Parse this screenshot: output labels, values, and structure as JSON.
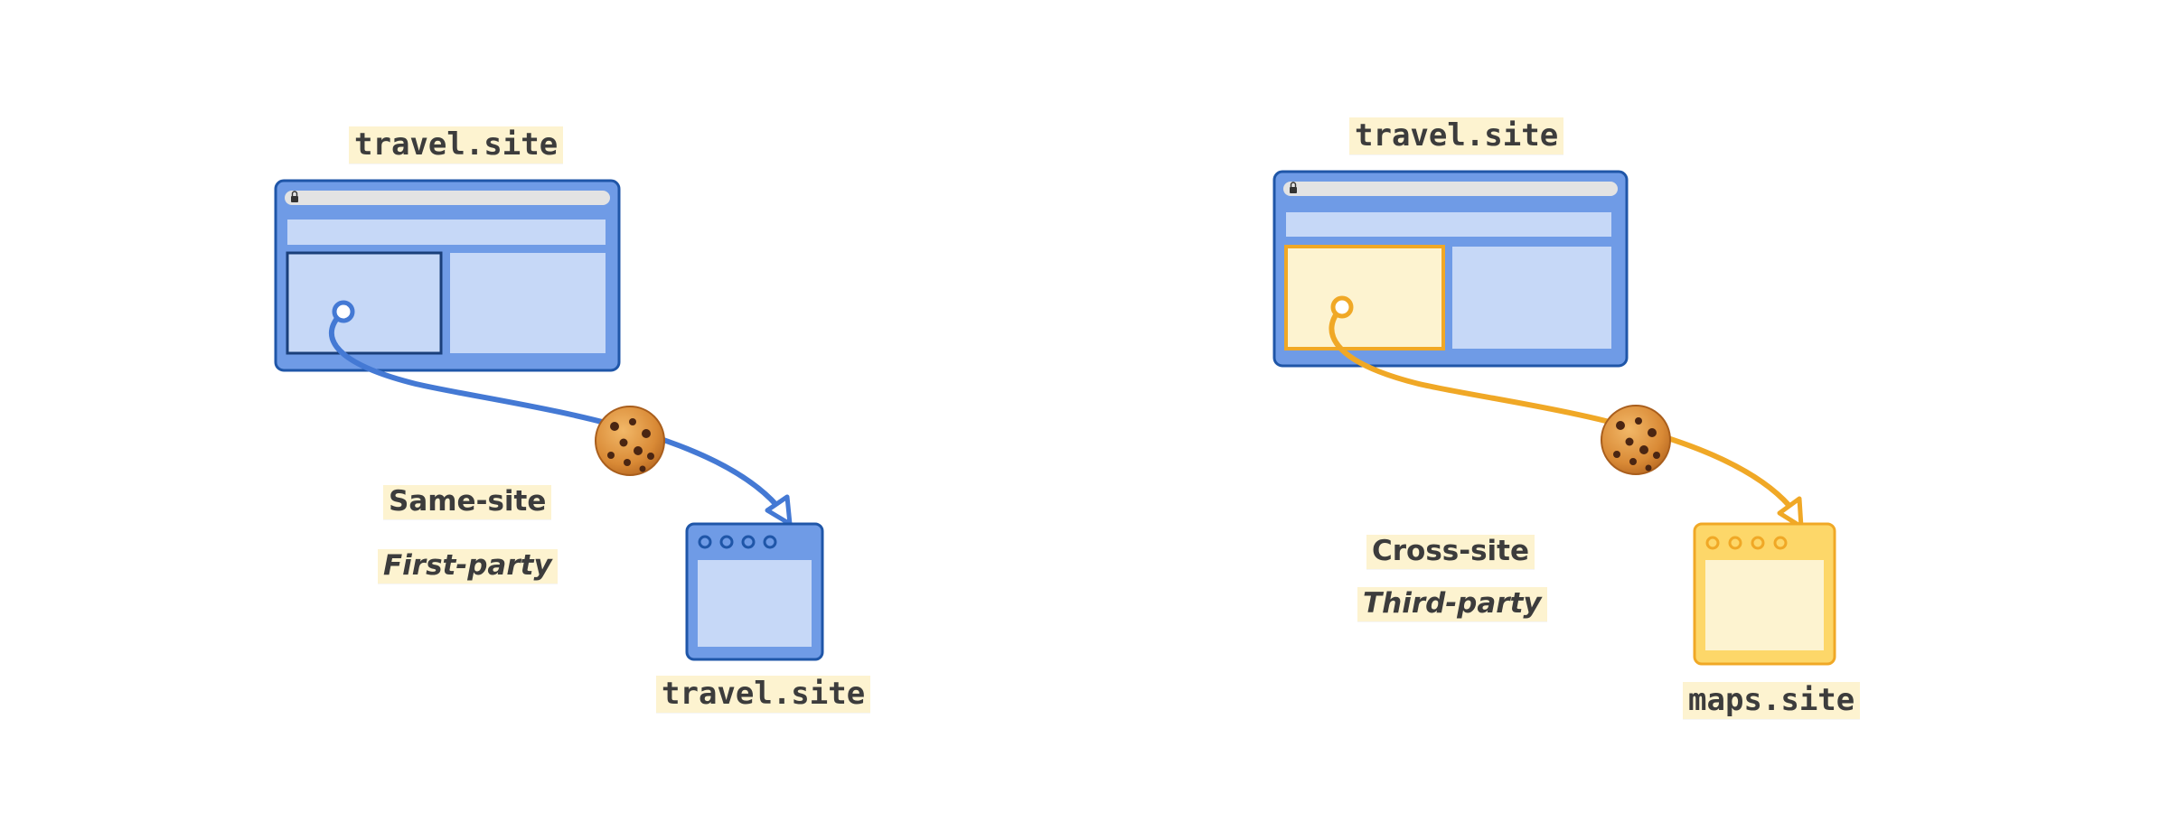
{
  "colors": {
    "blue_fill": "#6f9be6",
    "blue_border": "#1f56a8",
    "blue_light": "#c6d8f7",
    "blue_arrow": "#4479d4",
    "yellow_fill": "#fdd769",
    "yellow_border": "#f0a826",
    "yellow_light": "#fdf3d0",
    "label_bg": "#fdf3d0",
    "bar_grey": "#e3e3e3"
  },
  "left_scenario": {
    "top_site": "travel.site",
    "bottom_site": "travel.site",
    "relation": "Same-site",
    "party": "First-party",
    "cookie_icon": "cookie-icon"
  },
  "right_scenario": {
    "top_site": "travel.site",
    "bottom_site": "maps.site",
    "relation": "Cross-site",
    "party": "Third-party",
    "cookie_icon": "cookie-icon"
  }
}
